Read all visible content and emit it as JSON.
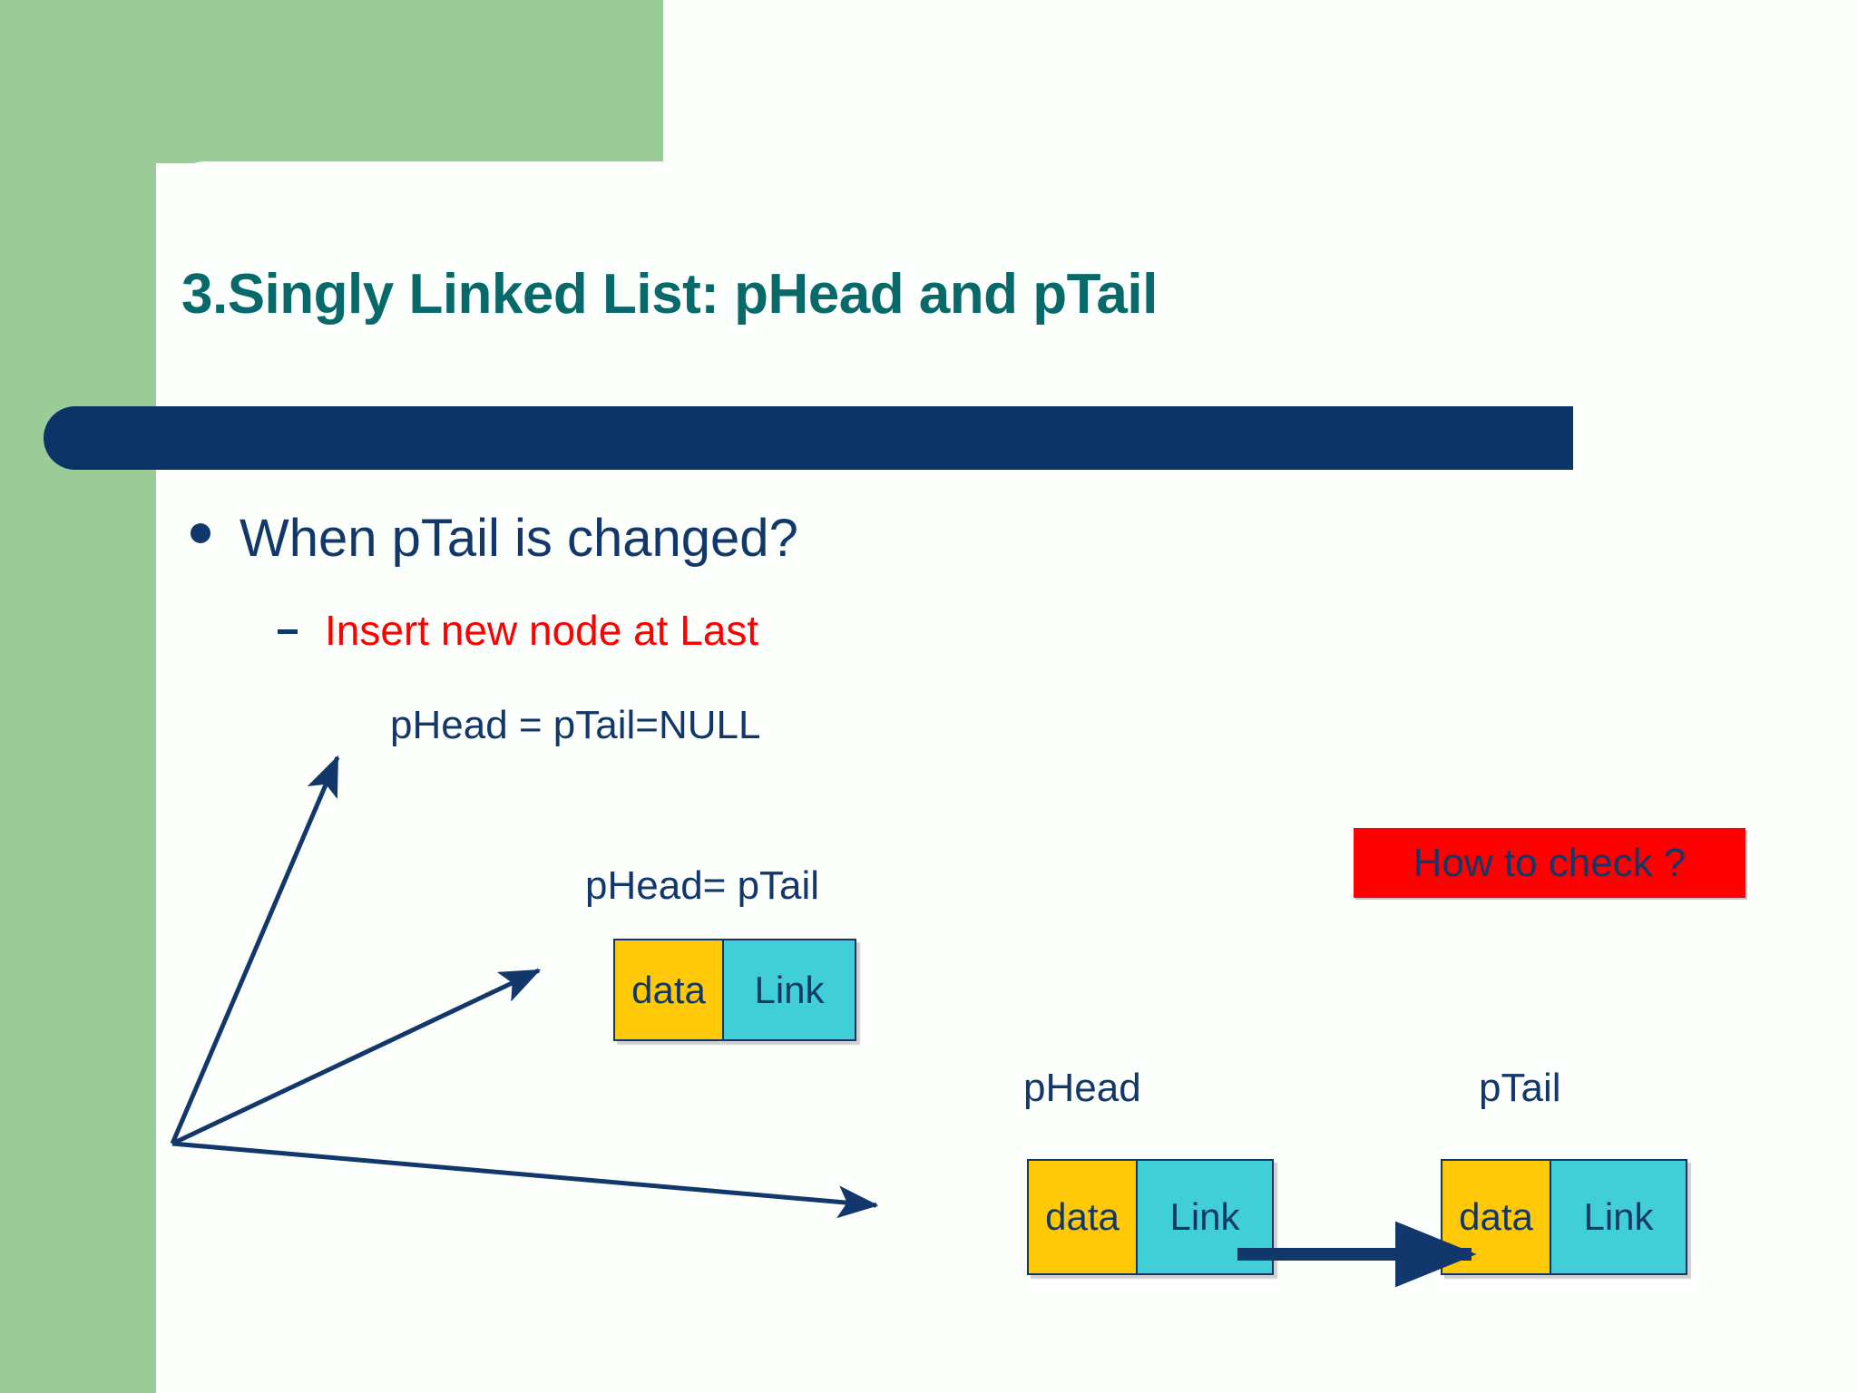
{
  "slide": {
    "title": "3.Singly Linked List: pHead and pTail",
    "theme": {
      "accent_green": "#9bcb97",
      "title_teal": "#08696b",
      "navy": "#12386b",
      "bar_navy": "#0b3365",
      "red": "#fe0000",
      "node_data_yellow": "#ffc907",
      "node_link_cyan": "#40cfd6",
      "background": "#fdfffd"
    }
  },
  "body": {
    "bullet_level1": "When pTail is changed?",
    "bullet_level2": "Insert new node at Last"
  },
  "labels": {
    "phead_ptail_null": "pHead =     pTail=NULL",
    "phead_equals_ptail": "pHead=  pTail",
    "phead": "pHead",
    "ptail": "pTail"
  },
  "callout": {
    "text": "How to check ?"
  },
  "nodes": {
    "single": {
      "data": "data",
      "link": "Link"
    },
    "chain": [
      {
        "data": "data",
        "link": "Link"
      },
      {
        "data": "data",
        "link": "Link"
      }
    ]
  },
  "arrows": {
    "fan_origin": "190,1261",
    "fan_targets": [
      "378,825",
      "600,1062",
      "973,1330"
    ],
    "chain_link": "1364,1383 to 1630,1383"
  }
}
